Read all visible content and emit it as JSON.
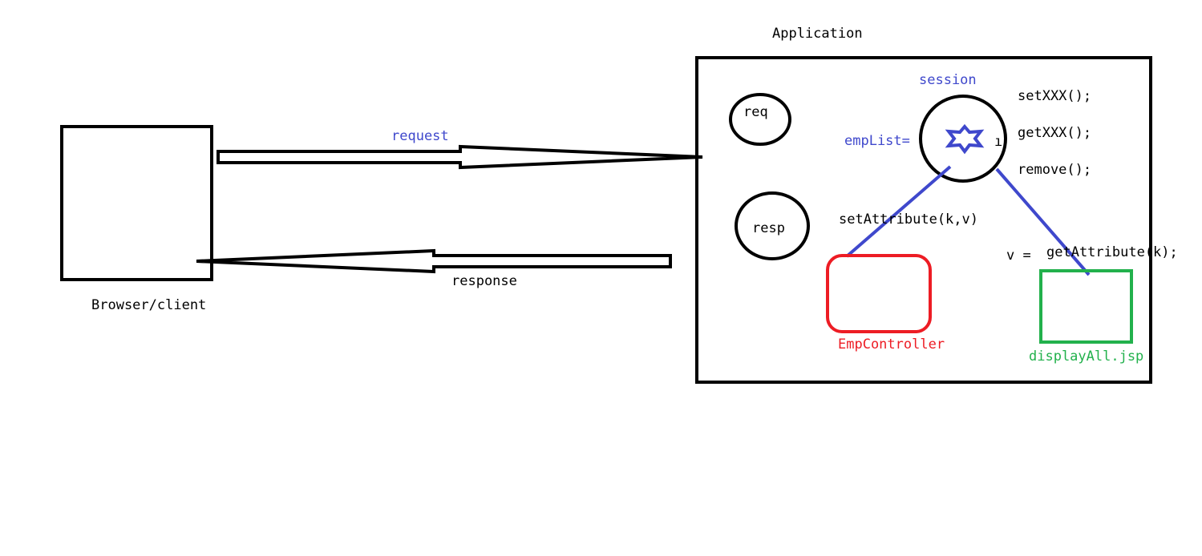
{
  "labels": {
    "application": "Application",
    "browser": "Browser/client",
    "request": "request",
    "response": "response",
    "req": "req",
    "resp": "resp",
    "session": "session",
    "emp_list": "empList=",
    "stray_mark": "ı",
    "set_xxx": "setXXX();",
    "get_xxx": "getXXX();",
    "remove": "remove();",
    "set_attribute": "setAttribute(k,v)",
    "v_equals": "v =",
    "get_attribute": "getAttribute(k);",
    "emp_controller": "EmpController",
    "display_all": "displayAll.jsp"
  },
  "colors": {
    "ink": "#000000",
    "blue": "#3f48cc",
    "red": "#ed1c24",
    "green": "#22b14c"
  },
  "icons": {
    "session_symbol": "six-point-star-icon"
  }
}
